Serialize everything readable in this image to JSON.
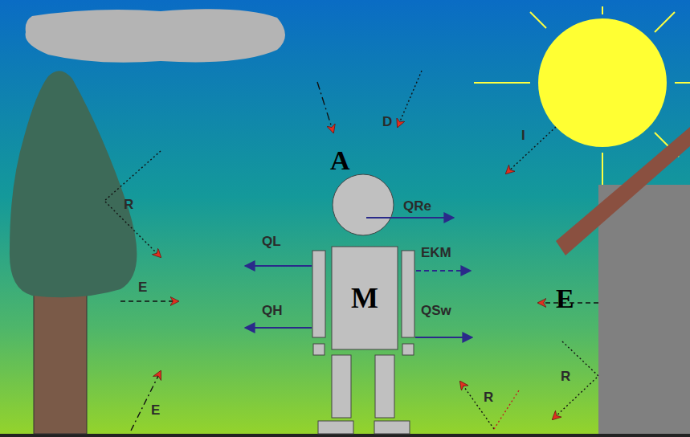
{
  "diagram": {
    "nodes": [
      {
        "text": [
          "M"
        ]
      }
    ],
    "labels": [
      "D",
      "A",
      "I",
      "R",
      "QRe",
      "QL",
      "EKM",
      "E",
      "E",
      "QH",
      "QSw",
      "E",
      "R",
      "R"
    ]
  }
}
